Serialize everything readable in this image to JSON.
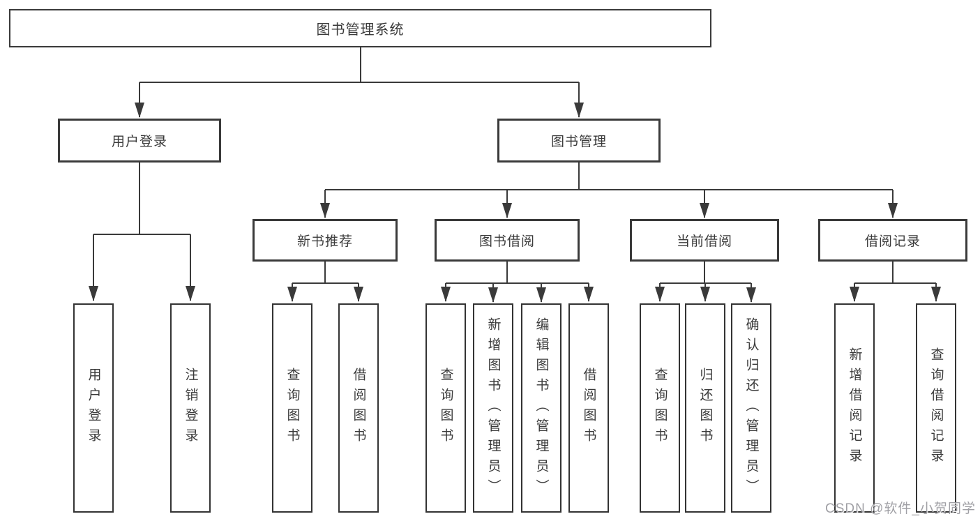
{
  "nodes": {
    "root": "图书管理系统",
    "user_login_branch": {
      "label": "用户登录",
      "children": [
        "用户登录",
        "注销登录"
      ]
    },
    "book_mgmt_branch": {
      "label": "图书管理",
      "sections": [
        {
          "label": "新书推荐",
          "children": [
            "查询图书",
            "借阅图书"
          ]
        },
        {
          "label": "图书借阅",
          "children": [
            "查询图书",
            "新增图书（管理员）",
            "编辑图书（管理员）",
            "借阅图书"
          ]
        },
        {
          "label": "当前借阅",
          "children": [
            "查询图书",
            "归还图书",
            "确认归还（管理员）"
          ]
        },
        {
          "label": "借阅记录",
          "children": [
            "新增借阅记录",
            "查询借阅记录"
          ]
        }
      ]
    }
  },
  "watermark": "CSDN @软件_小贺同学",
  "colors": {
    "line": "#3a3a3a",
    "box_fill": "#ffffff",
    "text": "#3a3a3a",
    "watermark": "#9b9ba0"
  }
}
